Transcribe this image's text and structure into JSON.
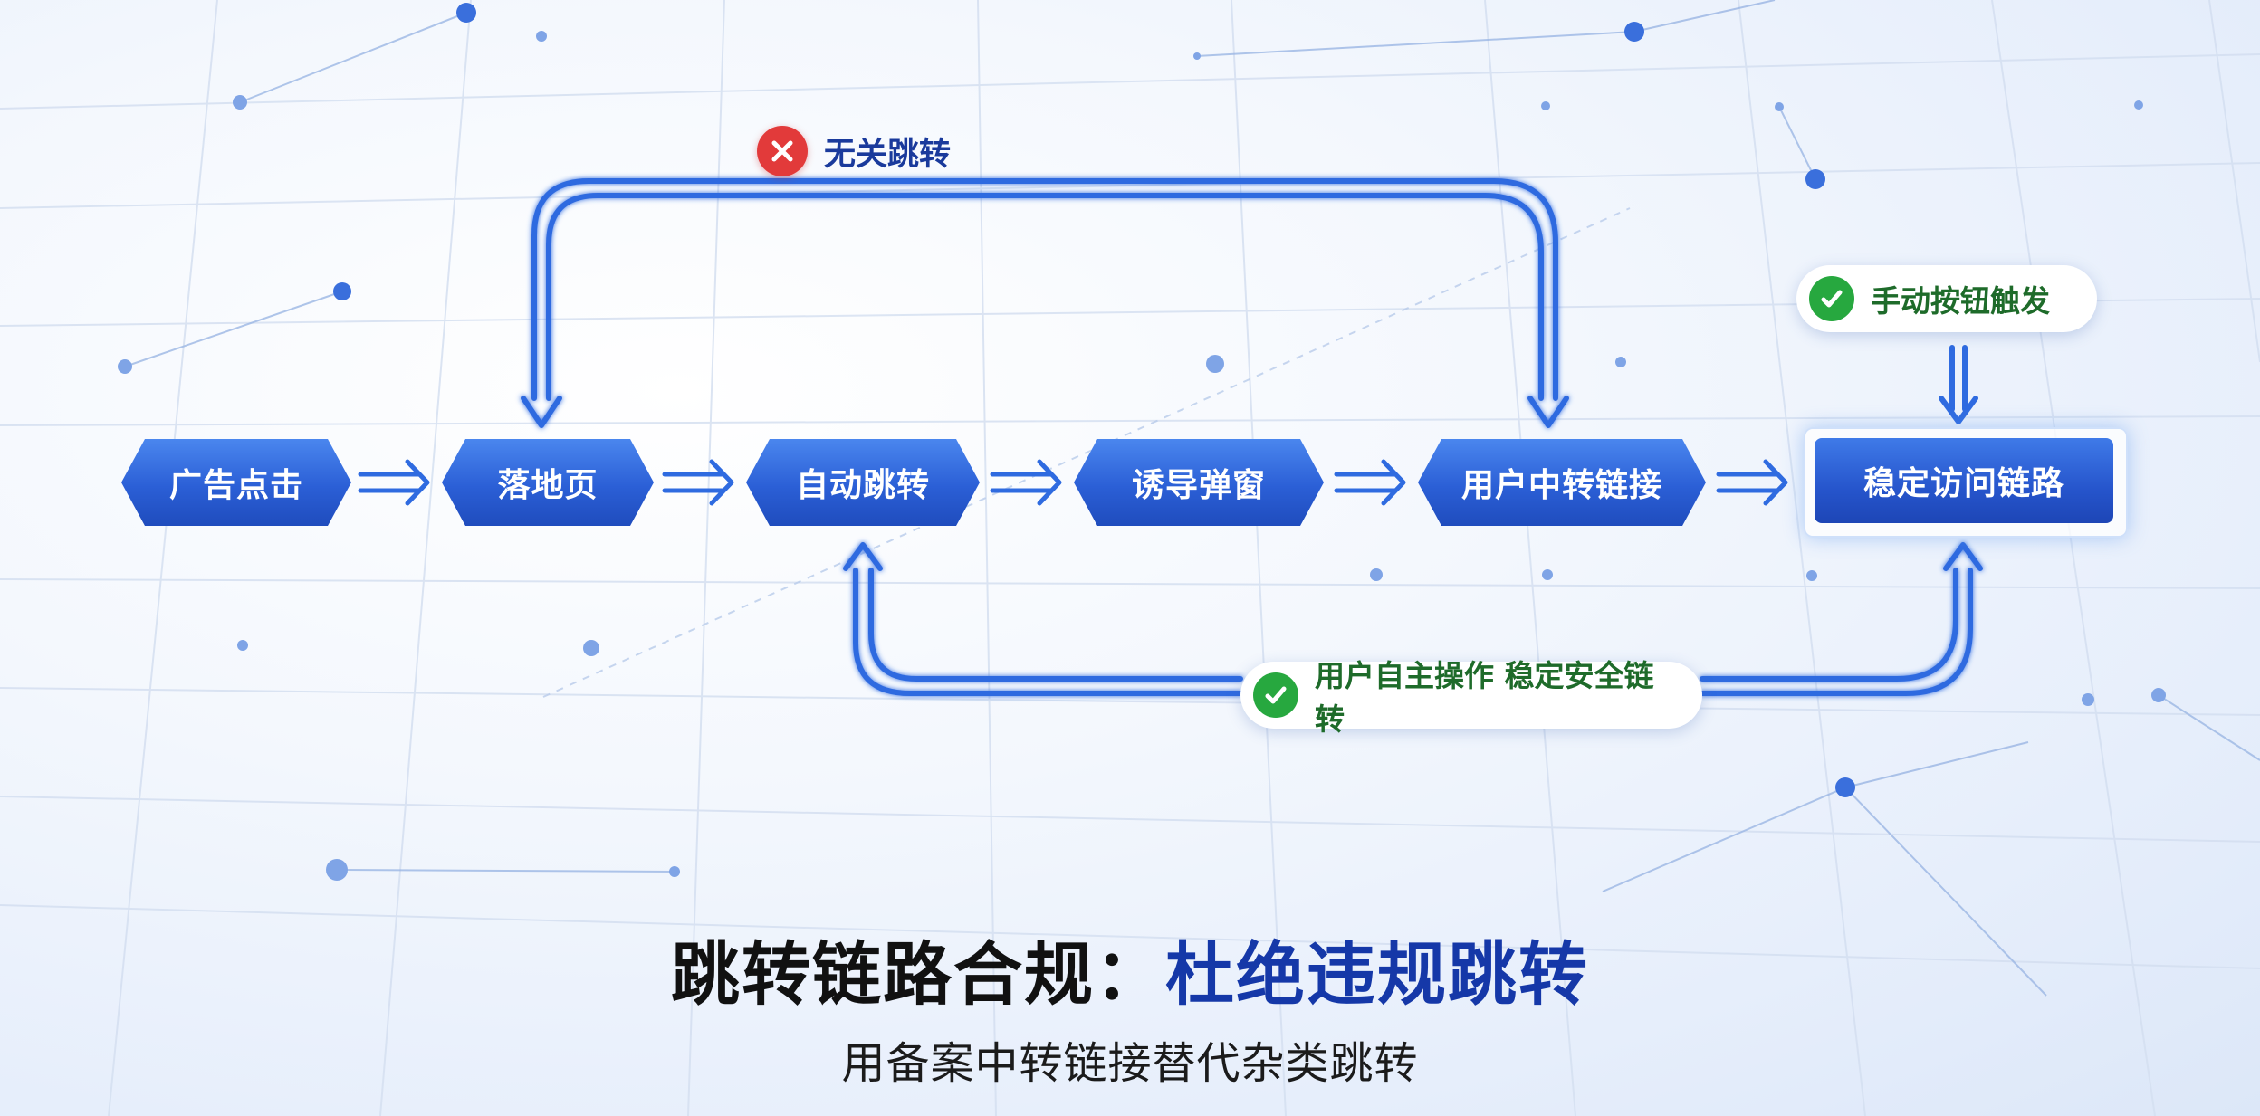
{
  "flow": {
    "nodes": [
      {
        "label": "广告点击"
      },
      {
        "label": "落地页"
      },
      {
        "label": "自动跳转"
      },
      {
        "label": "诱导弹窗"
      },
      {
        "label": "用户中转链接"
      },
      {
        "label": "稳定访问链路"
      }
    ]
  },
  "callouts": {
    "irrelevant_redirect": "无关跳转",
    "manual_button": "手动按钮触发",
    "user_operation": "用户自主操作 稳定安全链转"
  },
  "title": {
    "main": "跳转链路合规：",
    "accent": "杜绝违规跳转",
    "subtitle": "用备案中转链接替代杂类跳转"
  },
  "colors": {
    "node_blue": "#2b5fd6",
    "arrow_blue": "#2f6be0",
    "reject_red": "#e23a3a",
    "approve_green": "#27a83f",
    "title_accent": "#1538a8"
  },
  "icons": {
    "reject": "x-circle-icon",
    "approve": "check-circle-icon"
  }
}
